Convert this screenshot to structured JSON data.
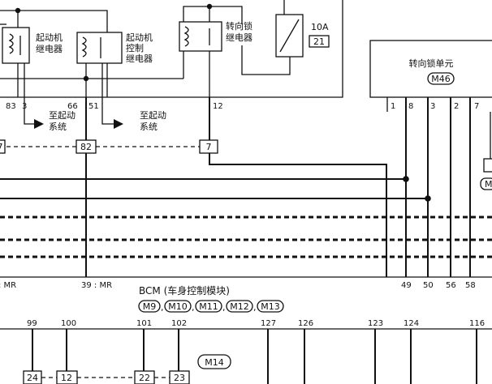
{
  "relays": {
    "starter": "起动机\n继电器",
    "starter_control": "起动机\n控制\n继电器",
    "steering_lock": "转向锁\n继电器"
  },
  "fuse": {
    "rating": "10A",
    "number": "21"
  },
  "steering_lock_unit": {
    "title": "转向锁单元",
    "connector": "M46",
    "pins": [
      "1",
      "8",
      "3",
      "2",
      "7"
    ]
  },
  "to_starter_label": "至起动\n系统",
  "top_pins": [
    "83",
    "3",
    "66",
    "51",
    "12"
  ],
  "joint_connectors": [
    "7",
    "82",
    "7"
  ],
  "ground_refs": [
    ": MR",
    "39 : MR"
  ],
  "bcm": {
    "title": "BCM (车身控制模块)",
    "connectors": [
      "M9",
      "M10",
      "M11",
      "M12",
      "M13"
    ],
    "separator": ",",
    "harness_connector": "M14"
  },
  "bcm_top_pins": [
    "49",
    "50",
    "56",
    "58"
  ],
  "bcm_bottom_pins": [
    "99",
    "100",
    "101",
    "102",
    "127",
    "126",
    "123",
    "124",
    "116"
  ],
  "bottom_connectors": [
    "24",
    "12",
    "22",
    "23"
  ],
  "side_connector": "M"
}
